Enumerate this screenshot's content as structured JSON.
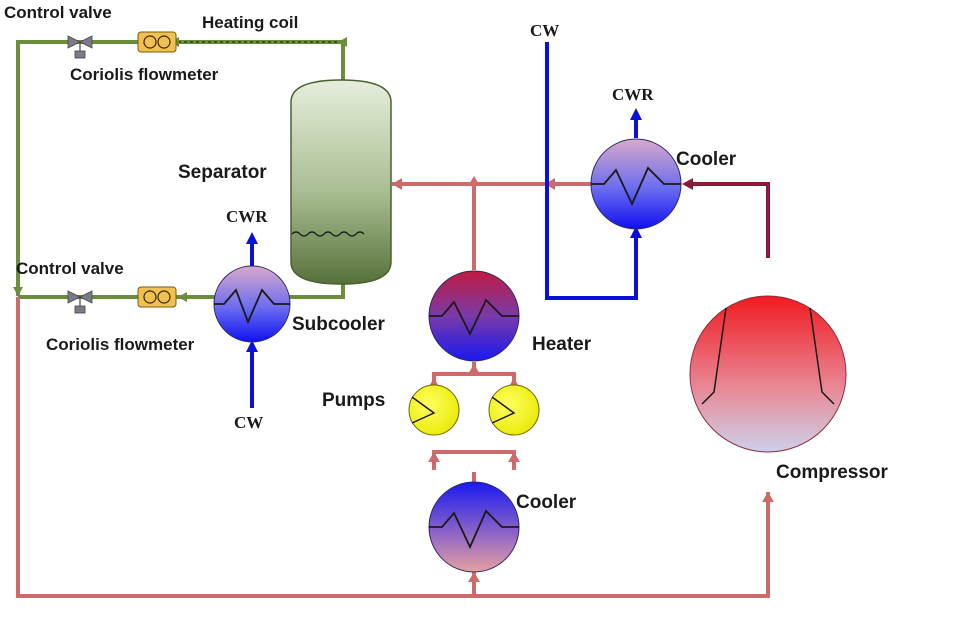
{
  "labels": {
    "control_valve_top": "Control valve",
    "heating_coil": "Heating coil",
    "coriolis_top": "Coriolis flowmeter",
    "separator": "Separator",
    "cwr_subcooler": "CWR",
    "control_valve_bottom": "Control valve",
    "subcooler": "Subcooler",
    "coriolis_bottom": "Coriolis flowmeter",
    "cw_subcooler": "CW",
    "cw_top": "CW",
    "cwr_cooler": "CWR",
    "cooler_top": "Cooler",
    "heater": "Heater",
    "pumps": "Pumps",
    "cooler_bottom": "Cooler",
    "compressor": "Compressor"
  },
  "colors": {
    "ammonia_line": "#cd6b6b",
    "hot_gas_line": "#8b1a3a",
    "liquid_line": "#6b8e3a",
    "water_line": "#0a10d8",
    "pump_fill": "#f5f500"
  },
  "icons": [
    "control-valve-icon",
    "coriolis-flowmeter-icon",
    "heat-exchanger-icon",
    "pump-icon",
    "compressor-icon"
  ]
}
